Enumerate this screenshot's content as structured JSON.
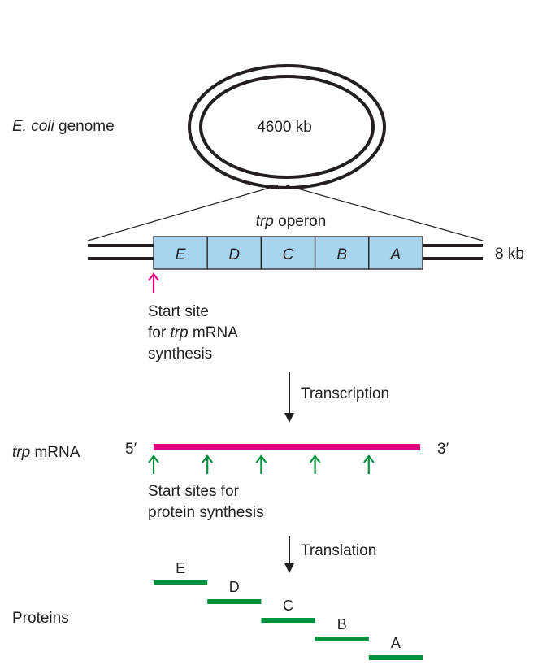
{
  "genome": {
    "label_italic": "E. coli",
    "label_rest": " genome",
    "size": "4600 kb"
  },
  "operon": {
    "title_italic": "trp",
    "title_rest": " operon",
    "length": "8 kb",
    "genes": [
      "E",
      "D",
      "C",
      "B",
      "A"
    ],
    "gene_fill": "#a9d4ee"
  },
  "start_site": {
    "line1": "Start site",
    "line2_pre": "for ",
    "line2_italic": "trp",
    "line2_post": " mRNA",
    "line3": "synthesis",
    "arrow_color": "#e5007e"
  },
  "transcription": {
    "label": "Transcription"
  },
  "mrna": {
    "label_italic": "trp",
    "label_rest": " mRNA",
    "five_prime": "5′",
    "three_prime": "3′",
    "color": "#e5007e"
  },
  "protein_starts": {
    "line1": "Start sites for",
    "line2": "protein synthesis",
    "arrow_color": "#00913f"
  },
  "translation": {
    "label": "Translation"
  },
  "proteins": {
    "label": "Proteins",
    "names": [
      "E",
      "D",
      "C",
      "B",
      "A"
    ],
    "color": "#00913f"
  }
}
